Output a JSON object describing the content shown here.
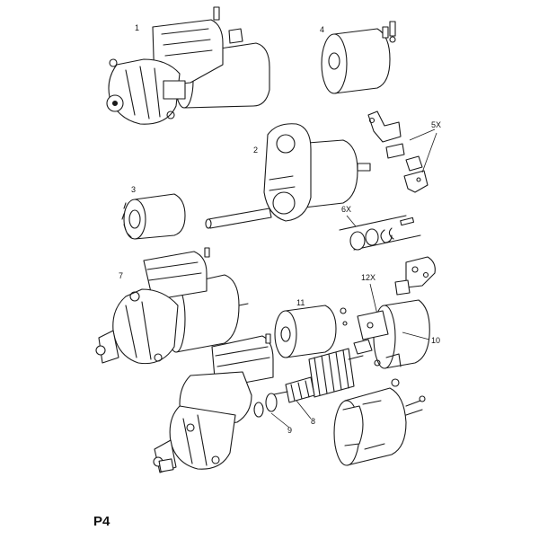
{
  "page_code": "P4",
  "callouts": {
    "c1": "1",
    "c2": "2",
    "c3": "3",
    "c4": "4",
    "c5x": "5X",
    "c6x": "6X",
    "c7": "7",
    "c8": "8",
    "c9": "9",
    "c10": "10",
    "c11": "11",
    "c12x": "12X"
  },
  "icons": {
    "starter_motor_1": "starter-motor-assembly",
    "drive_end_housing_2": "drive-end-housing-with-shaft",
    "pinion_3": "pinion-drive-gear",
    "solenoid_4": "solenoid-switch",
    "brush_set_5x": "brush-holder-set",
    "bush_ring_set_6x": "bushing-ring-set",
    "starter_motor_7": "starter-motor-assembly",
    "armature_8": "armature",
    "field_coil_9": "field-coil-housing",
    "end_cover_10": "commutator-end-cover",
    "solenoid_11": "solenoid-switch",
    "brush_plate_12x": "brush-plate-kit"
  }
}
